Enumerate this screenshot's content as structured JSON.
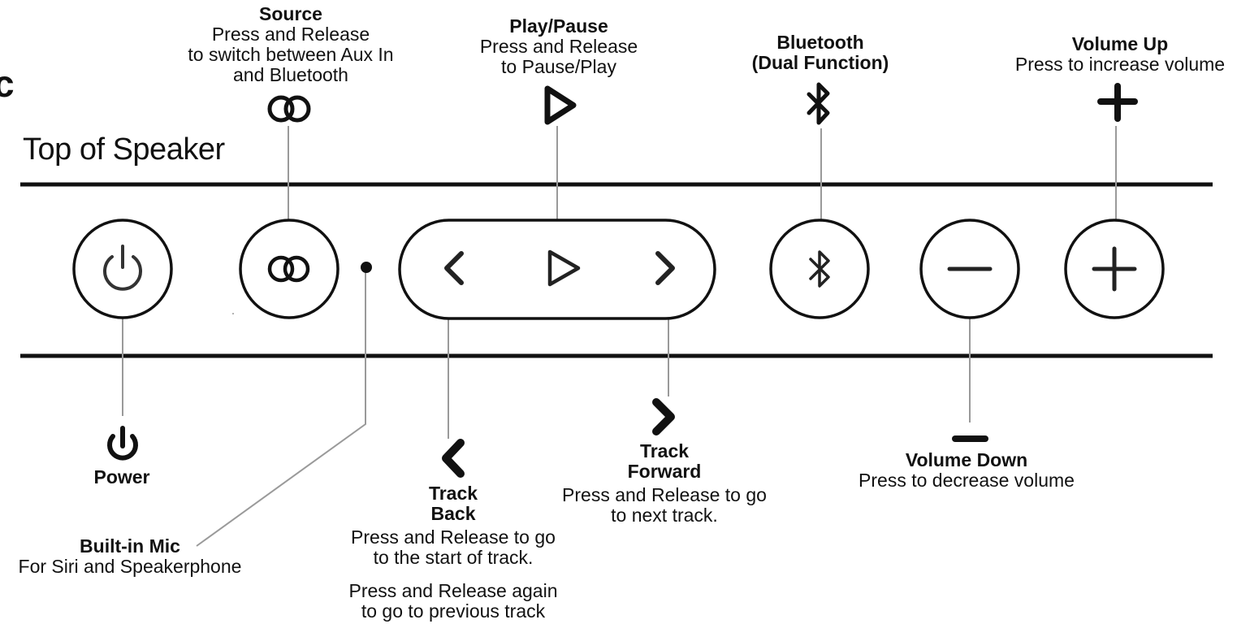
{
  "diagram": {
    "title": "Top of Speaker",
    "cut_letter": "c",
    "labels": {
      "source": {
        "name": "Source",
        "lines": [
          "Press and Release",
          "to switch between Aux In",
          "and Bluetooth"
        ]
      },
      "play_pause": {
        "name": "Play/Pause",
        "lines": [
          "Press and Release",
          "to Pause/Play"
        ]
      },
      "bluetooth": {
        "name": "Bluetooth",
        "name2": "(Dual Function)"
      },
      "volume_up": {
        "name": "Volume Up",
        "lines": [
          "Press to increase volume"
        ]
      },
      "power": {
        "name": "Power"
      },
      "built_in_mic": {
        "name": "Built-in Mic",
        "lines": [
          "For Siri and Speakerphone"
        ]
      },
      "track_back": {
        "name": "Track",
        "name2": "Back",
        "lines": [
          "Press and Release to go",
          "to the start of track."
        ],
        "lines2": [
          "Press and Release again",
          "to go to previous track"
        ]
      },
      "track_forward": {
        "name": "Track",
        "name2": "Forward",
        "lines": [
          "Press and Release to go",
          "to next track."
        ]
      },
      "volume_down": {
        "name": "Volume Down",
        "lines": [
          "Press to decrease volume"
        ]
      }
    },
    "buttons": [
      "power",
      "source",
      "track-back",
      "play-pause",
      "track-forward",
      "bluetooth",
      "volume-down",
      "volume-up"
    ],
    "icons": [
      "power-icon",
      "source-icon",
      "chevron-left-icon",
      "play-icon",
      "chevron-right-icon",
      "bluetooth-icon",
      "minus-icon",
      "plus-icon"
    ],
    "colors": {
      "ink": "#111111",
      "leader": "#9a9a9a",
      "stroke": "#1c1c1c"
    }
  }
}
